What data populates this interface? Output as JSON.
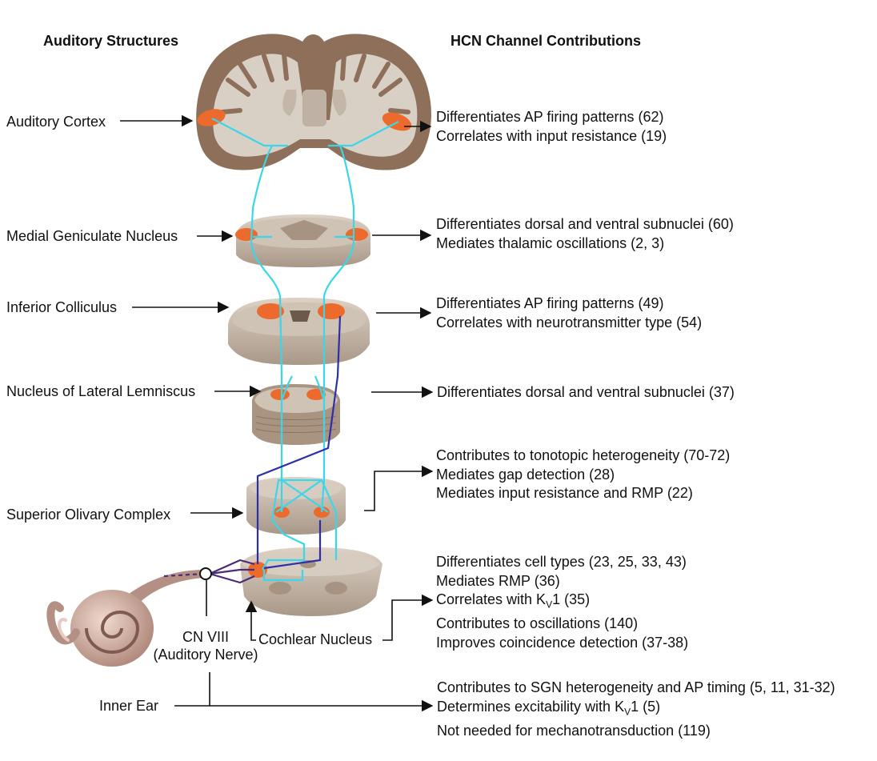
{
  "headers": {
    "structures": "Auditory Structures",
    "contributions": "HCN Channel Contributions"
  },
  "structures": {
    "cortex": "Auditory Cortex",
    "mgn": "Medial Geniculate Nucleus",
    "ic": "Inferior Colliculus",
    "nll": "Nucleus of Lateral Lemniscus",
    "soc": "Superior Olivary Complex",
    "cn": "Cochlear Nucleus",
    "nerve_line1": "CN VIII",
    "nerve_line2": "(Auditory Nerve)",
    "ear": "Inner Ear"
  },
  "contributions": {
    "cortex": [
      "Differentiates AP firing patterns (62)",
      "Correlates with input resistance (19)"
    ],
    "mgn": [
      "Differentiates dorsal and ventral subnuclei (60)",
      "Mediates thalamic oscillations (2, 3)"
    ],
    "ic": [
      "Differentiates AP firing patterns (49)",
      "Correlates with neurotransmitter type (54)"
    ],
    "nll": [
      "Differentiates dorsal and ventral subnuclei (37)"
    ],
    "soc": [
      "Contributes to tonotopic heterogeneity (70-72)",
      "Mediates gap detection (28)",
      "Mediates input resistance and RMP (22)"
    ],
    "cn_1": "Differentiates cell types (23, 25, 33, 43)",
    "cn_2": "Mediates RMP (36)",
    "cn_3_pre": "Correlates with K",
    "cn_3_sub": "V",
    "cn_3_post": "1 (35)",
    "cn_4": "Contributes to oscillations (140)",
    "cn_5": "Improves coincidence detection (37-38)",
    "ear_1": "Contributes to SGN heterogeneity and AP timing (5, 11, 31-32)",
    "ear_2_pre": "Determines excitability with K",
    "ear_2_sub": "V",
    "ear_2_post": "1 (5)",
    "ear_3": "Not needed for mechanotransduction (119)"
  },
  "colors": {
    "tissue": "#c7b9aa",
    "tissue_dark": "#8a6e58",
    "highlight": "#ec6a2c",
    "pathway_cyan": "#3ad6ea",
    "pathway_blue": "#2b2fa8",
    "pathway_purple": "#5a2a8a"
  }
}
